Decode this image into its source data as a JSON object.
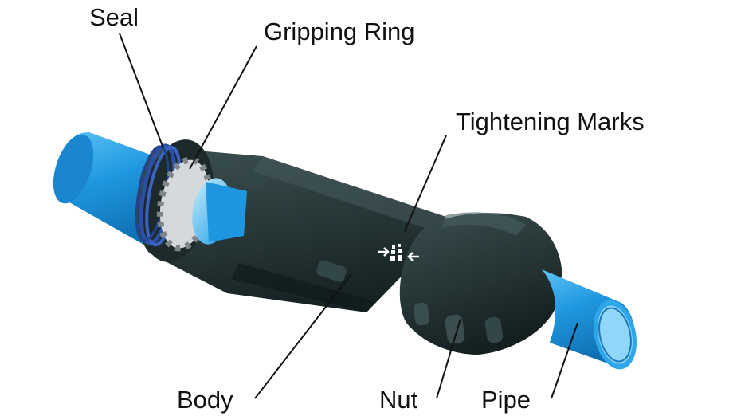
{
  "diagram": {
    "labels": {
      "seal": "Seal",
      "gripping_ring": "Gripping Ring",
      "tightening_marks": "Tightening Marks",
      "body": "Body",
      "nut": "Nut",
      "pipe": "Pipe"
    },
    "colors": {
      "pipe": "#1f97e0",
      "pipe_highlight": "#5cc3f5",
      "pipe_shadow": "#0e6eb0",
      "fitting_body": "#2a3a3b",
      "fitting_dark": "#172324",
      "fitting_light": "#3d5152",
      "seal": "#2b4fa6",
      "gripping_ring": "#c9cdd0",
      "leader_line": "#111111"
    }
  }
}
